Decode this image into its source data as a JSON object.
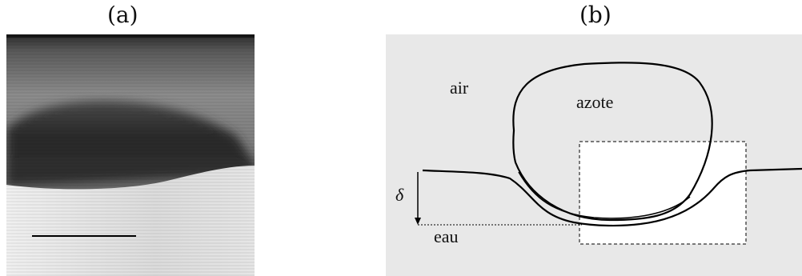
{
  "panel_a": {
    "label": "(a)"
  },
  "panel_b": {
    "label": "(b)",
    "region_air": "air",
    "region_nitrogen": "azote",
    "region_water": "eau",
    "depth_symbol": "δ"
  },
  "colors": {
    "sketch_background": "#e8e8e8",
    "inset_background": "#ffffff",
    "outline": "#000000"
  }
}
